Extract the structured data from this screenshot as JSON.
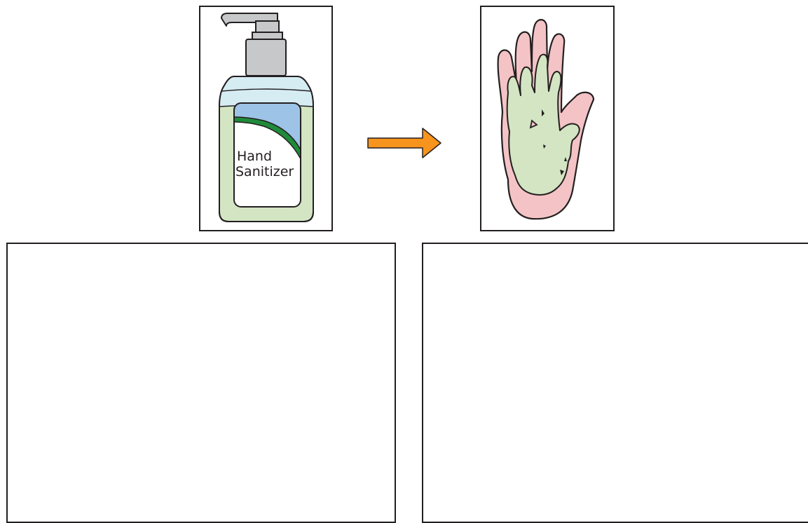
{
  "bottle": {
    "label_line1": "Hand",
    "label_line2": "Sanitizer"
  },
  "colors": {
    "outline": "#231f20",
    "arrow": "#f7941d",
    "gel": "#d3e5c3",
    "bottle_top": "#d6ecf3",
    "label_sky": "#9dc3e6",
    "label_swoosh": "#1f8b3a",
    "pump": "#c7c8ca",
    "skin": "#f4c3c6"
  },
  "icons": [
    "hand-sanitizer-bottle-icon",
    "right-arrow-icon",
    "hand-with-gel-icon"
  ],
  "panels": [
    "empty-answer-panel-left",
    "empty-answer-panel-right"
  ]
}
